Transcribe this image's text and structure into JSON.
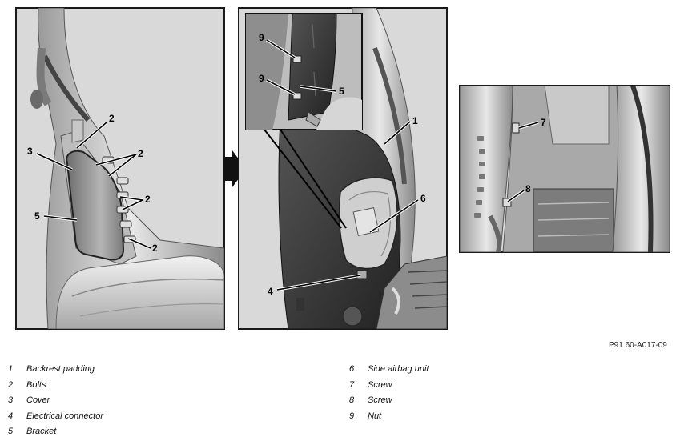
{
  "reference_code": "P91.60-A017-09",
  "callouts": {
    "p1_2a": "2",
    "p1_2b": "2",
    "p1_2c": "2",
    "p1_2d": "2",
    "p1_3": "3",
    "p1_5": "5",
    "p2_1": "1",
    "p2_6": "6",
    "p2_4": "4",
    "p2_9a": "9",
    "p2_9b": "9",
    "p2_5": "5",
    "p3_7": "7",
    "p3_8": "8"
  },
  "legend": {
    "left": [
      {
        "num": "1",
        "text": "Backrest padding"
      },
      {
        "num": "2",
        "text": "Bolts"
      },
      {
        "num": "3",
        "text": "Cover"
      },
      {
        "num": "4",
        "text": "Electrical connector"
      },
      {
        "num": "5",
        "text": "Bracket"
      }
    ],
    "right": [
      {
        "num": "6",
        "text": "Side airbag unit"
      },
      {
        "num": "7",
        "text": "Screw"
      },
      {
        "num": "8",
        "text": "Screw"
      },
      {
        "num": "9",
        "text": "Nut"
      }
    ]
  }
}
